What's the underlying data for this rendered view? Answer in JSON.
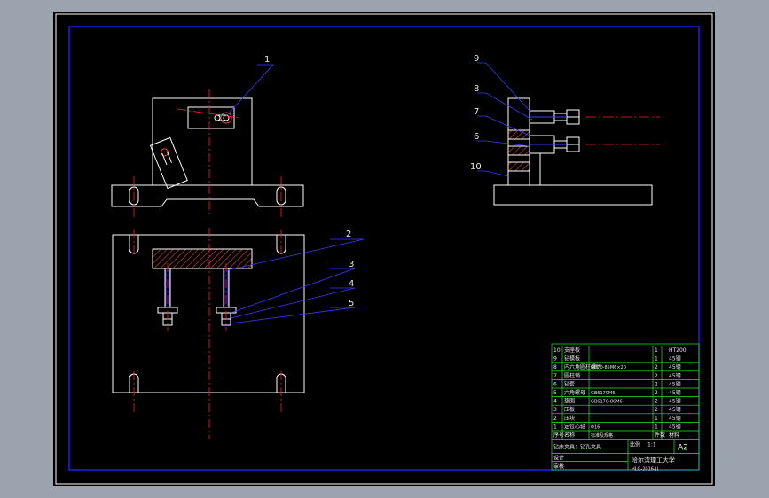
{
  "colors": {
    "background": "#9aa3ae",
    "sheet": "#000000",
    "outline": "#ffffff",
    "frame": "#2020ff",
    "center_line": "#ff2020",
    "leader": "#3a3aff",
    "section_hatch": "#c04030",
    "table_line": "#22ee22",
    "table_text": "#e8e8e8"
  },
  "icons": {
    "balloon_leader": "leader-line-icon",
    "hatch": "section-hatch-icon"
  },
  "balloons": {
    "front": [
      "1"
    ],
    "plan": [
      "2",
      "3",
      "4",
      "5"
    ],
    "side": [
      "9",
      "8",
      "7",
      "6",
      "10"
    ]
  },
  "parts_table": {
    "rows": [
      {
        "no": "10",
        "name": "支座板",
        "code": "",
        "qty": "1",
        "mat": "HT200"
      },
      {
        "no": "9",
        "name": "钻模板",
        "code": "",
        "qty": "1",
        "mat": "45钢"
      },
      {
        "no": "8",
        "name": "内六角圆柱螺钉",
        "code": "GB70-85M6×20",
        "qty": "2",
        "mat": "45钢"
      },
      {
        "no": "7",
        "name": "圆柱销",
        "code": "",
        "qty": "2",
        "mat": "45钢"
      },
      {
        "no": "6",
        "name": "钻套",
        "code": "",
        "qty": "2",
        "mat": "45钢"
      },
      {
        "no": "5",
        "name": "六角螺母",
        "code": "GB6170M6",
        "qty": "2",
        "mat": "45钢"
      },
      {
        "no": "4",
        "name": "垫圈",
        "code": "GB6170-86M6",
        "qty": "2",
        "mat": "45钢"
      },
      {
        "no": "3",
        "name": "压板",
        "code": "",
        "qty": "2",
        "mat": "45钢"
      },
      {
        "no": "2",
        "name": "压块",
        "code": "",
        "qty": "1",
        "mat": "45钢"
      },
      {
        "no": "1",
        "name": "定位心轴",
        "code": "Φ16",
        "qty": "1",
        "mat": "45钢"
      }
    ],
    "header": {
      "no": "序号",
      "name": "名称",
      "code": "标准及规格",
      "qty": "件数",
      "mat": "材料"
    },
    "title_line": "钻床夹具：钻孔夹具",
    "scale_label": "比例",
    "scale_value": "1:1",
    "sheet_size": "A2",
    "designer_label": "设计",
    "checker_label": "审核",
    "school": "哈尔滨理工大学",
    "drawing_no": "HLG-2016-JJ"
  }
}
